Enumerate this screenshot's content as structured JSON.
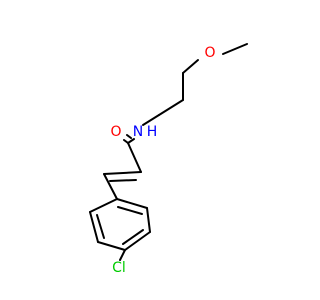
{
  "molecule": {
    "colors": {
      "carbon_bond": "#000000",
      "oxygen": "#ff0000",
      "nitrogen": "#0000ff",
      "chlorine": "#00cc00",
      "background": "#ffffff"
    },
    "atoms": {
      "methoxy_oxygen": "O",
      "carbonyl_oxygen": "O",
      "amide_nitrogen": "N",
      "amide_hydrogen": "H",
      "chlorine": "Cl"
    }
  }
}
